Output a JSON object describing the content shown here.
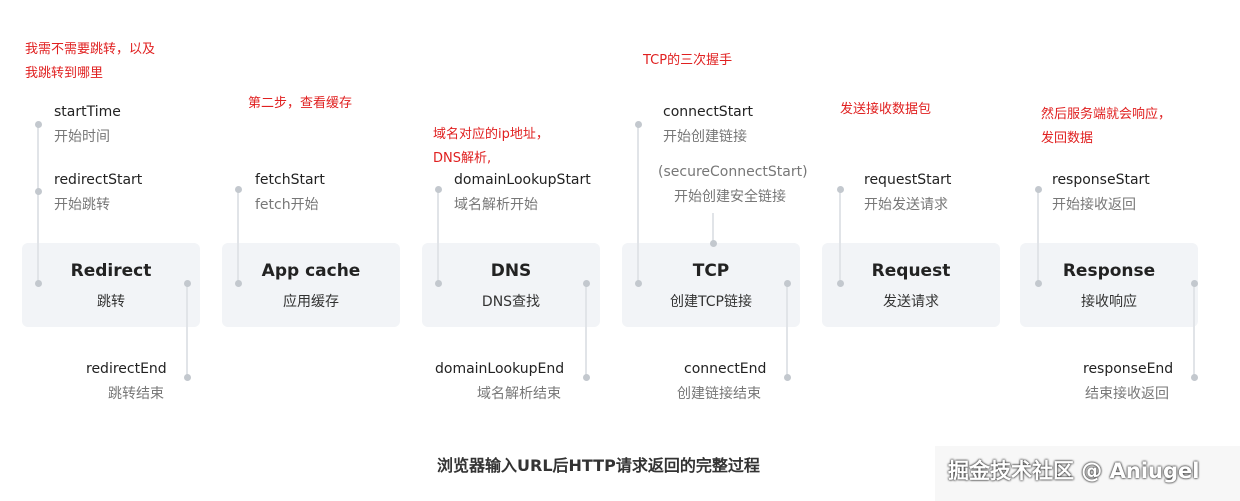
{
  "stages": [
    {
      "title": "Redirect",
      "subtitle": "跳转"
    },
    {
      "title": "App cache",
      "subtitle": "应用缓存"
    },
    {
      "title": "DNS",
      "subtitle": "DNS查找"
    },
    {
      "title": "TCP",
      "subtitle": "创建TCP链接"
    },
    {
      "title": "Request",
      "subtitle": "发送请求"
    },
    {
      "title": "Response",
      "subtitle": "接收响应"
    }
  ],
  "events": {
    "startTime": {
      "en": "startTime",
      "cn": "开始时间"
    },
    "redirectStart": {
      "en": "redirectStart",
      "cn": "开始跳转"
    },
    "redirectEnd": {
      "en": "redirectEnd",
      "cn": "跳转结束"
    },
    "fetchStart": {
      "en": "fetchStart",
      "cn": "fetch开始"
    },
    "domainLookupStart": {
      "en": "domainLookupStart",
      "cn": "域名解析开始"
    },
    "domainLookupEnd": {
      "en": "domainLookupEnd",
      "cn": "域名解析结束"
    },
    "connectStart": {
      "en": "connectStart",
      "cn": "开始创建链接"
    },
    "secureConnectStart": {
      "en": "(secureConnectStart)",
      "cn": "开始创建安全链接"
    },
    "connectEnd": {
      "en": "connectEnd",
      "cn": "创建链接结束"
    },
    "requestStart": {
      "en": "requestStart",
      "cn": "开始发送请求"
    },
    "responseStart": {
      "en": "responseStart",
      "cn": "开始接收返回"
    },
    "responseEnd": {
      "en": "responseEnd",
      "cn": "结束接收返回"
    }
  },
  "notes": {
    "redirect_1": "我需不需要跳转，以及",
    "redirect_2": "我跳转到哪里",
    "appcache": "第二步，查看缓存",
    "dns_1": "域名对应的ip地址，",
    "dns_2": "DNS解析,",
    "tcp": "TCP的三次握手",
    "request": "发送接收数据包",
    "response_1": "然后服务端就会响应，",
    "response_2": "发回数据"
  },
  "caption": "浏览器输入URL后HTTP请求返回的完整过程",
  "watermark": "掘金技术社区 @ Aniugel"
}
